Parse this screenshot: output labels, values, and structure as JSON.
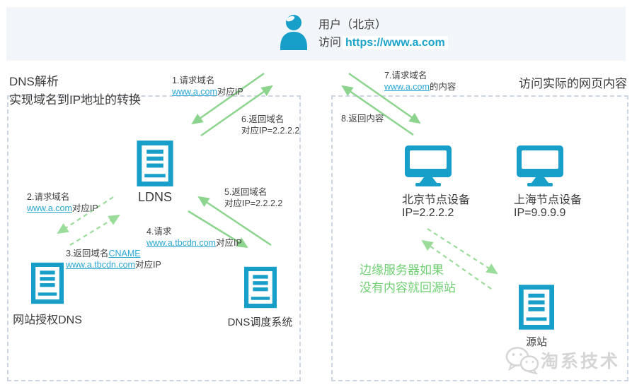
{
  "banner": {
    "user_label": "用户（北京）",
    "visit_prefix": "访问",
    "visit_url": "https://www.a.com"
  },
  "left_box": {
    "title_line1": "DNS解析",
    "title_line2": "实现域名到IP地址的转换"
  },
  "right_box": {
    "title": "访问实际的网页内容"
  },
  "arrow_labels": {
    "a1": {
      "line1": "1.请求域名",
      "line2_link": "www.a.com",
      "line2_suffix": "对应IP"
    },
    "a2": {
      "line1": "2.请求域名",
      "line2_link": "www.a.com",
      "line2_suffix": "对应IP"
    },
    "a3": {
      "line1_prefix": "3.返回域名",
      "line1_link": "CNAME",
      "line2_link": "www.a.tbcdn.com",
      "line2_suffix": "对应IP"
    },
    "a4": {
      "line1": "4.请求",
      "line2_link": "www.a.tbcdn.com",
      "line2_suffix": "对应IP"
    },
    "a5": {
      "line1": "5.返回域名",
      "line2": "对应IP=2.2.2.2"
    },
    "a6": {
      "line1": "6.返回域名",
      "line2": "对应IP=2.2.2.2"
    },
    "a7": {
      "line1": "7.请求域名",
      "line2_link": "www.a.com",
      "line2_suffix": "的内容"
    },
    "a8": {
      "line1": "8.返回内容"
    }
  },
  "note": {
    "line1": "边缘服务器如果",
    "line2": "没有内容就回源站"
  },
  "nodes": {
    "ldns": {
      "label": "LDNS"
    },
    "auth_dns": {
      "label": "网站授权DNS"
    },
    "dns_scheduler": {
      "label": "DNS调度系统"
    },
    "beijing_node": {
      "label": "北京节点设备",
      "ip": "IP=2.2.2.2"
    },
    "shanghai_node": {
      "label": "上海节点设备",
      "ip": "IP=9.9.9.9"
    },
    "origin": {
      "label": "源站"
    }
  },
  "watermark": {
    "text": "淘系技术"
  },
  "icons": {
    "user": "user-icon",
    "server": "server-icon",
    "monitor": "monitor-icon",
    "wechat": "wechat-logo-icon"
  },
  "colors": {
    "brand_blue": "#189fc9",
    "arrow_green": "#8dd48f",
    "dashed_green": "#9adc9a",
    "note_green": "#70cf73",
    "link_cyan": "#2aa7d2",
    "banner_bg": "#f2f6fa",
    "box_border": "#ccd6e2"
  }
}
